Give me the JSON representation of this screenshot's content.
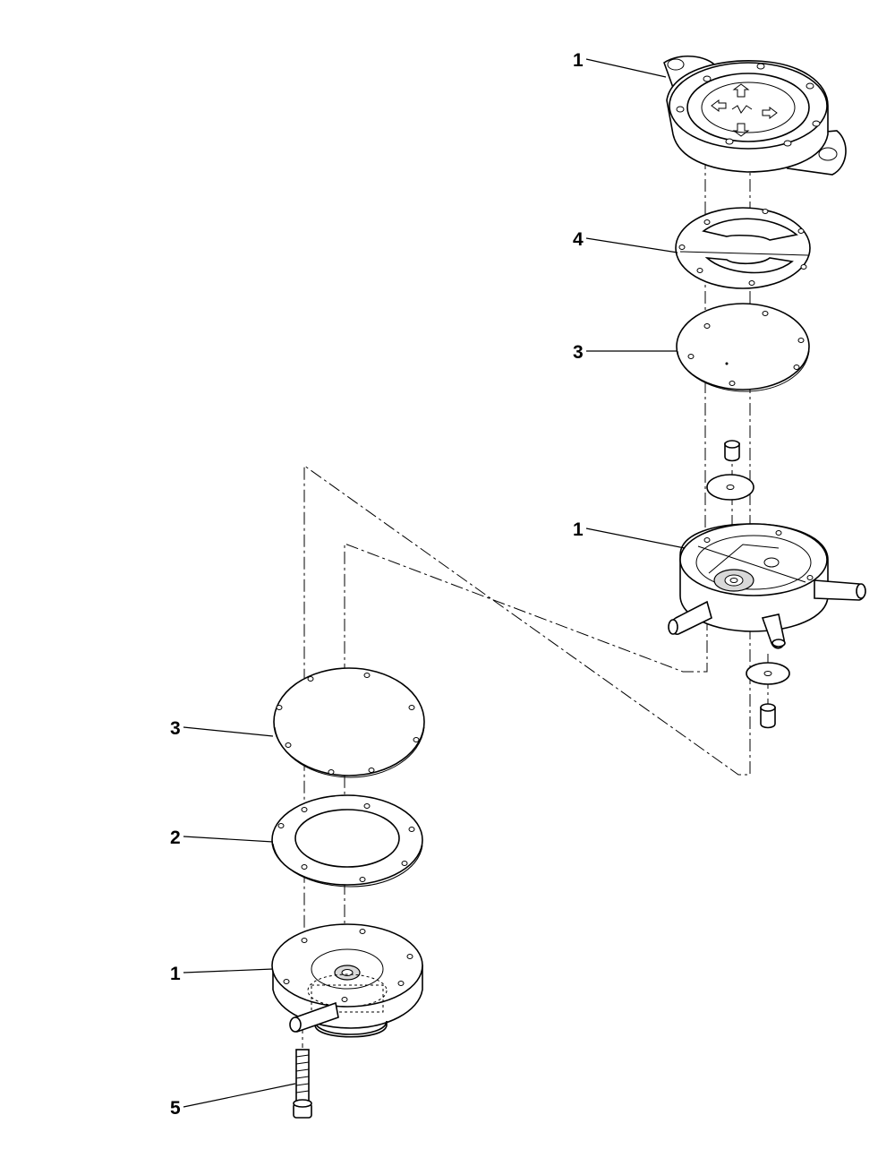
{
  "callouts": {
    "cover_top": "1",
    "gasket_top": "4",
    "diaphragm_top": "3",
    "pump_body": "1",
    "diaphragm_bottom": "3",
    "gasket_bottom": "2",
    "base_cover": "1",
    "bolt": "5"
  },
  "icons": {
    "arrows_on_cover": "flow-direction-arrows-icon"
  }
}
